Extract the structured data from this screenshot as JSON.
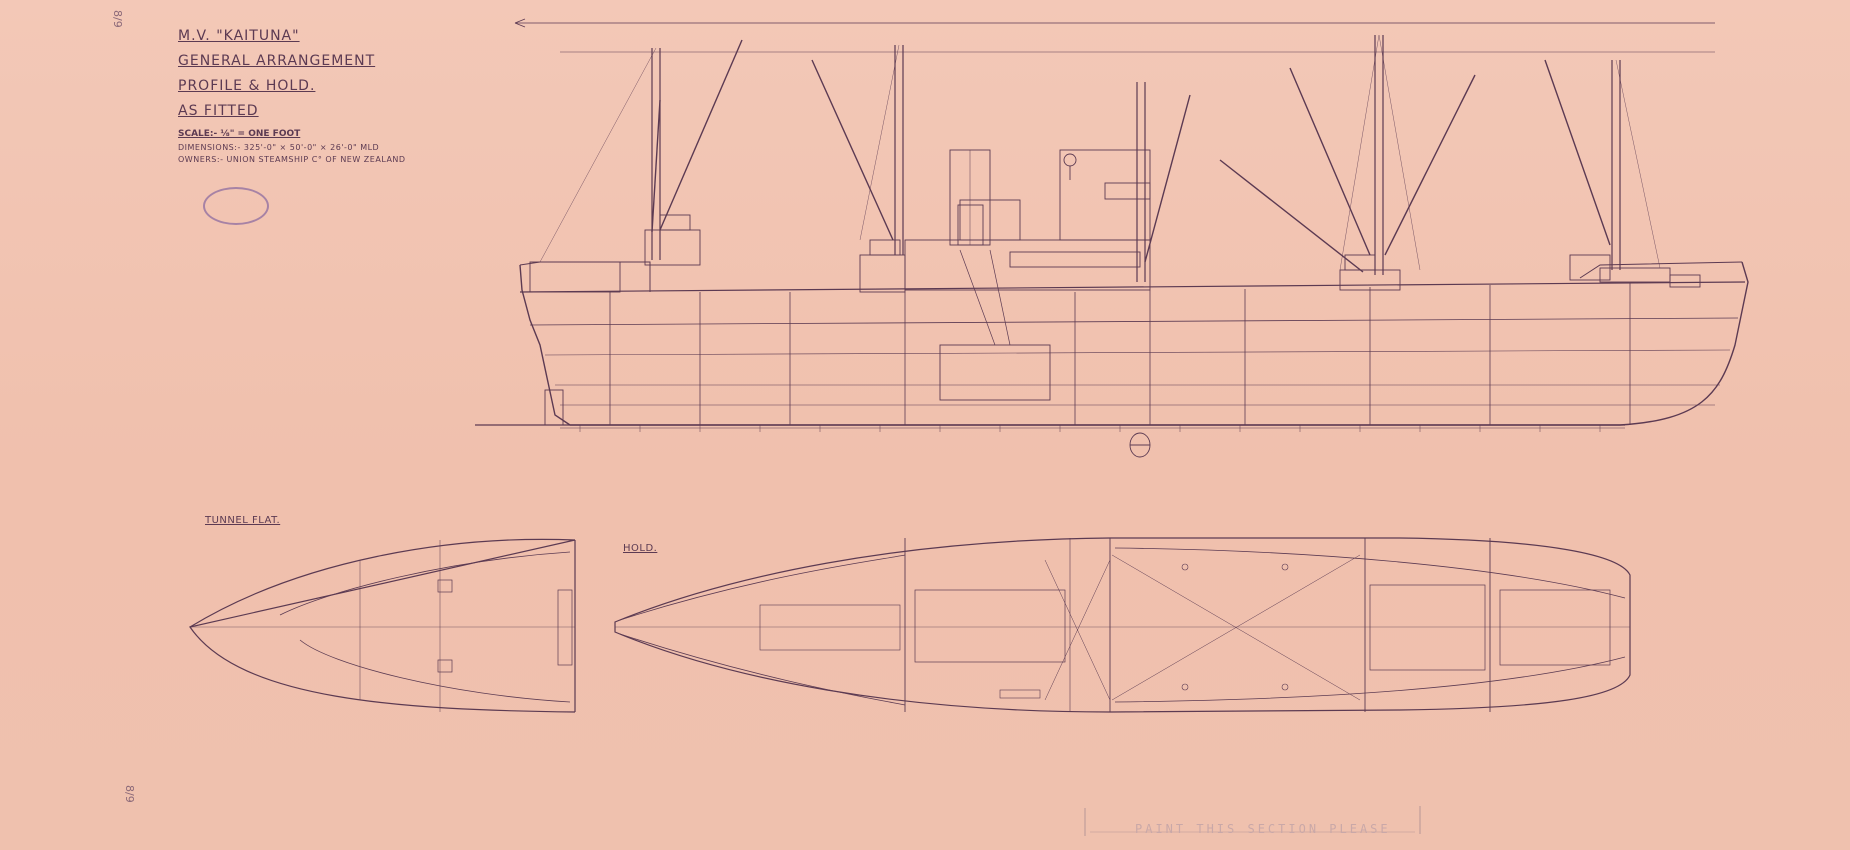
{
  "title": {
    "vessel": "M.V. \"KAITUNA\"",
    "line1": "GENERAL ARRANGEMENT",
    "line2": "PROFILE & HOLD.",
    "line3": "AS FITTED",
    "scale": "SCALE:- ⅛\" = ONE FOOT",
    "dimensions": "DIMENSIONS:- 325'-0\" × 50'-0\" × 26'-0\" MLD",
    "owners": "OWNERS:- UNION STEAMSHIP C° OF NEW ZEALAND"
  },
  "sections": {
    "tunnel_flat": "TUNNEL FLAT.",
    "hold": "HOLD."
  },
  "bottom_note": "PAINT THIS SECTION PLEASE",
  "margin_numbers": {
    "top_left": "8/9",
    "bottom_left": "8/9"
  },
  "colors": {
    "paper": "#f0c2b0",
    "ink": "#5c3a52",
    "faint_ink": "#8a6878",
    "stamp": "#8e6ca0"
  }
}
